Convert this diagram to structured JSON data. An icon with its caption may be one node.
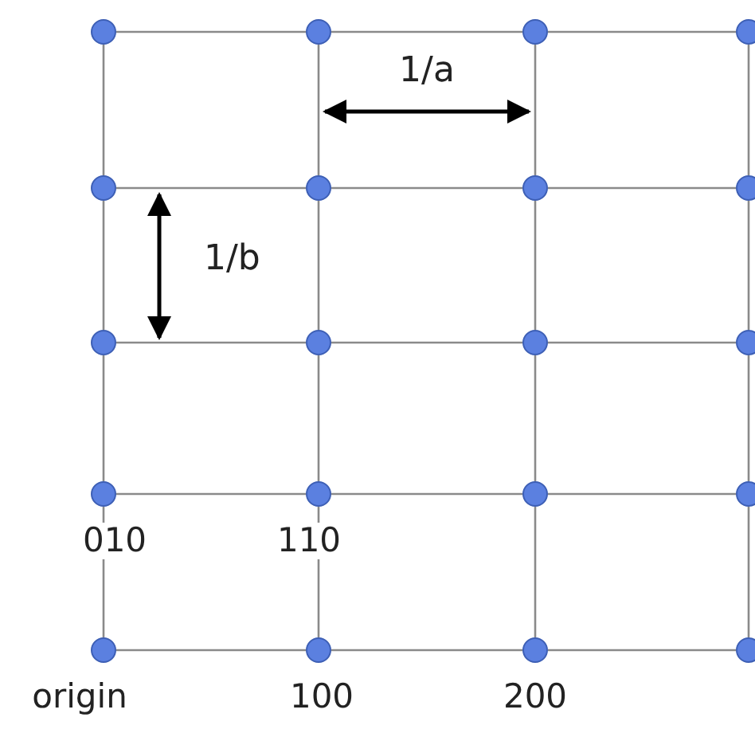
{
  "diagram": {
    "nodes": [
      {
        "text": [],
        "shape": "circle"
      },
      {
        "text": [],
        "shape": "circle"
      },
      {
        "text": [],
        "shape": "circle"
      },
      {
        "text": [],
        "shape": "circle"
      },
      {
        "text": [],
        "shape": "circle"
      },
      {
        "text": [],
        "shape": "circle"
      },
      {
        "text": [],
        "shape": "circle"
      },
      {
        "text": [],
        "shape": "circle"
      },
      {
        "text": [],
        "shape": "circle"
      },
      {
        "text": [],
        "shape": "circle"
      },
      {
        "text": [],
        "shape": "circle"
      },
      {
        "text": [],
        "shape": "circle"
      },
      {
        "text": [],
        "shape": "circle",
        "beside": [
          "010"
        ]
      },
      {
        "text": [],
        "shape": "circle",
        "beside": [
          "110"
        ]
      },
      {
        "text": [],
        "shape": "circle"
      },
      {
        "text": [],
        "shape": "circle"
      },
      {
        "text": [],
        "shape": "circle",
        "beside": [
          "origin"
        ]
      },
      {
        "text": [],
        "shape": "circle",
        "beside": [
          "100"
        ]
      },
      {
        "text": [],
        "shape": "circle",
        "beside": [
          "200"
        ]
      },
      {
        "text": [],
        "shape": "circle"
      }
    ],
    "edges": [
      {
        "from": 0,
        "to": 1,
        "arrow": "none"
      },
      {
        "from": 1,
        "to": 2,
        "arrow": "none"
      },
      {
        "from": 2,
        "to": 3,
        "arrow": "none"
      },
      {
        "from": 4,
        "to": 5,
        "arrow": "none"
      },
      {
        "from": 5,
        "to": 6,
        "arrow": "none"
      },
      {
        "from": 6,
        "to": 7,
        "arrow": "none"
      },
      {
        "from": 8,
        "to": 9,
        "arrow": "none"
      },
      {
        "from": 9,
        "to": 10,
        "arrow": "none"
      },
      {
        "from": 10,
        "to": 11,
        "arrow": "none"
      },
      {
        "from": 12,
        "to": 13,
        "arrow": "none"
      },
      {
        "from": 13,
        "to": 14,
        "arrow": "none"
      },
      {
        "from": 14,
        "to": 15,
        "arrow": "none"
      },
      {
        "from": 16,
        "to": 17,
        "arrow": "none"
      },
      {
        "from": 17,
        "to": 18,
        "arrow": "none"
      },
      {
        "from": 18,
        "to": 19,
        "arrow": "none"
      },
      {
        "from": 0,
        "to": 4,
        "arrow": "none"
      },
      {
        "from": 4,
        "to": 8,
        "arrow": "none"
      },
      {
        "from": 8,
        "to": 12,
        "arrow": "none"
      },
      {
        "from": 12,
        "to": 16,
        "arrow": "none"
      },
      {
        "from": 1,
        "to": 5,
        "arrow": "none"
      },
      {
        "from": 5,
        "to": 9,
        "arrow": "none"
      },
      {
        "from": 9,
        "to": 13,
        "arrow": "none"
      },
      {
        "from": 13,
        "to": 17,
        "arrow": "none"
      },
      {
        "from": 2,
        "to": 6,
        "arrow": "none"
      },
      {
        "from": 6,
        "to": 10,
        "arrow": "none"
      },
      {
        "from": 10,
        "to": 14,
        "arrow": "none"
      },
      {
        "from": 14,
        "to": 18,
        "arrow": "none"
      },
      {
        "from": 3,
        "to": 7,
        "arrow": "none"
      },
      {
        "from": 7,
        "to": 11,
        "arrow": "none"
      },
      {
        "from": 11,
        "to": 15,
        "arrow": "none"
      },
      {
        "from": 15,
        "to": 19,
        "arrow": "none"
      }
    ],
    "labels": [
      "1/a",
      "1/b"
    ]
  }
}
